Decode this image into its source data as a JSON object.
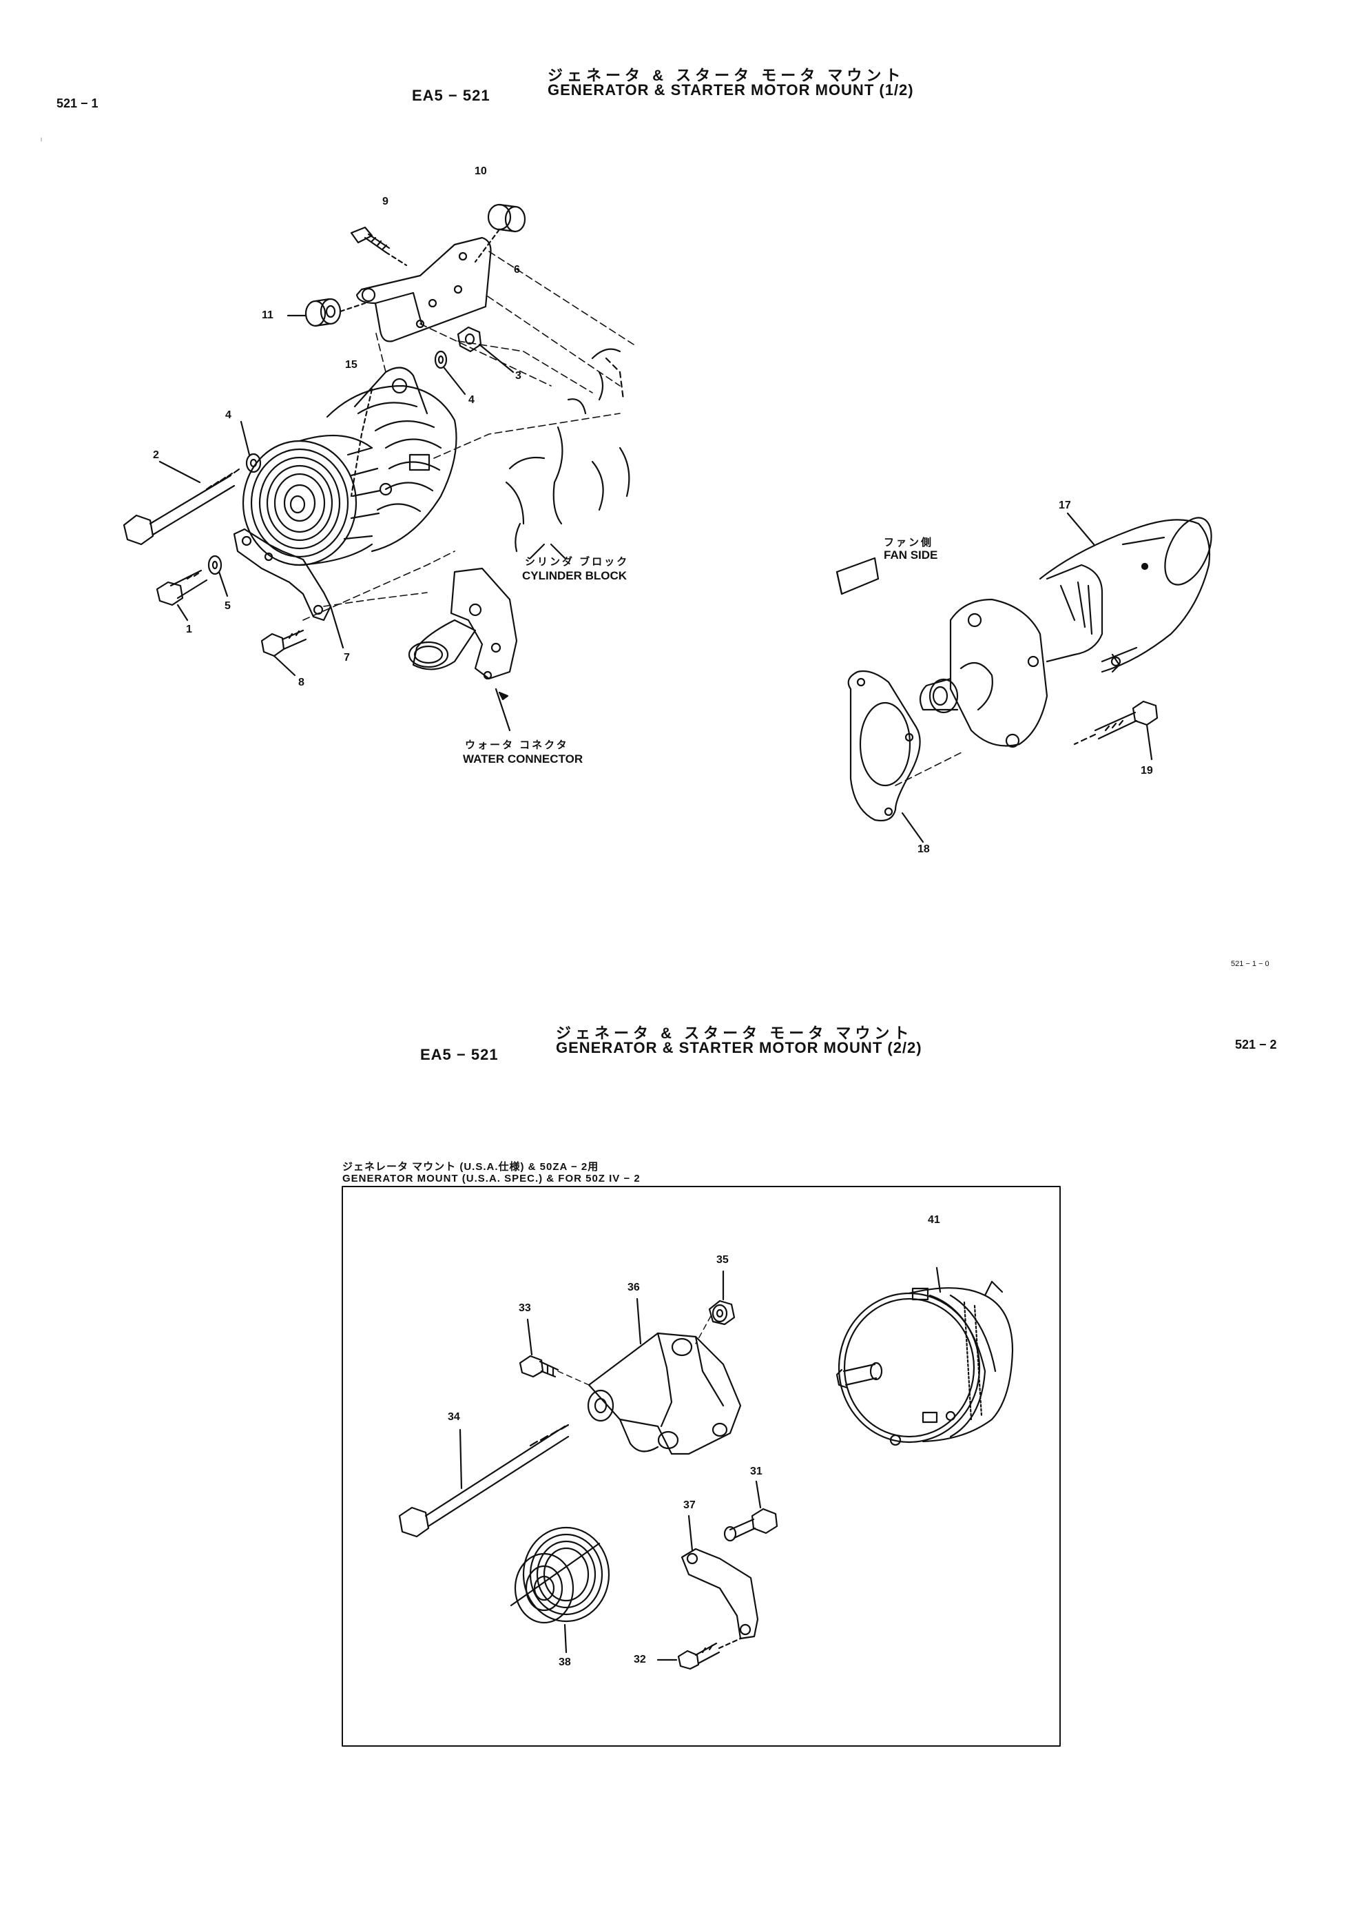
{
  "page1": {
    "page_number": "521 − 1",
    "code": "EA5 − 521",
    "title_jp": "ジェネータ & スタータ モータ マウント",
    "title_en": "GENERATOR & STARTER MOTOR MOUNT (1/2)",
    "footer_id": "521 − 1 − 0",
    "labels": {
      "cylinder_block_jp": "シリンダ ブロック",
      "cylinder_block_en": "CYLINDER BLOCK",
      "water_connector_jp": "ウォータ コネクタ",
      "water_connector_en": "WATER CONNECTOR",
      "fan_side_jp": "ファン側",
      "fan_side_en": "FAN SIDE"
    },
    "callouts": [
      "1",
      "2",
      "3",
      "4",
      "4",
      "5",
      "6",
      "7",
      "8",
      "9",
      "10",
      "11",
      "15",
      "17",
      "18",
      "19"
    ]
  },
  "page2": {
    "page_number": "521 − 2",
    "code": "EA5 − 521",
    "title_jp": "ジェネータ & スタータ モータ マウント",
    "title_en": "GENERATOR & STARTER MOTOR MOUNT (2/2)",
    "box_title_jp": "ジェネレータ マウント (U.S.A.仕様) & 50ZA − 2用",
    "box_title_en": "GENERATOR MOUNT (U.S.A. SPEC.) & FOR 50Z IV − 2",
    "callouts": [
      "31",
      "32",
      "33",
      "34",
      "35",
      "36",
      "37",
      "38",
      "41"
    ]
  }
}
